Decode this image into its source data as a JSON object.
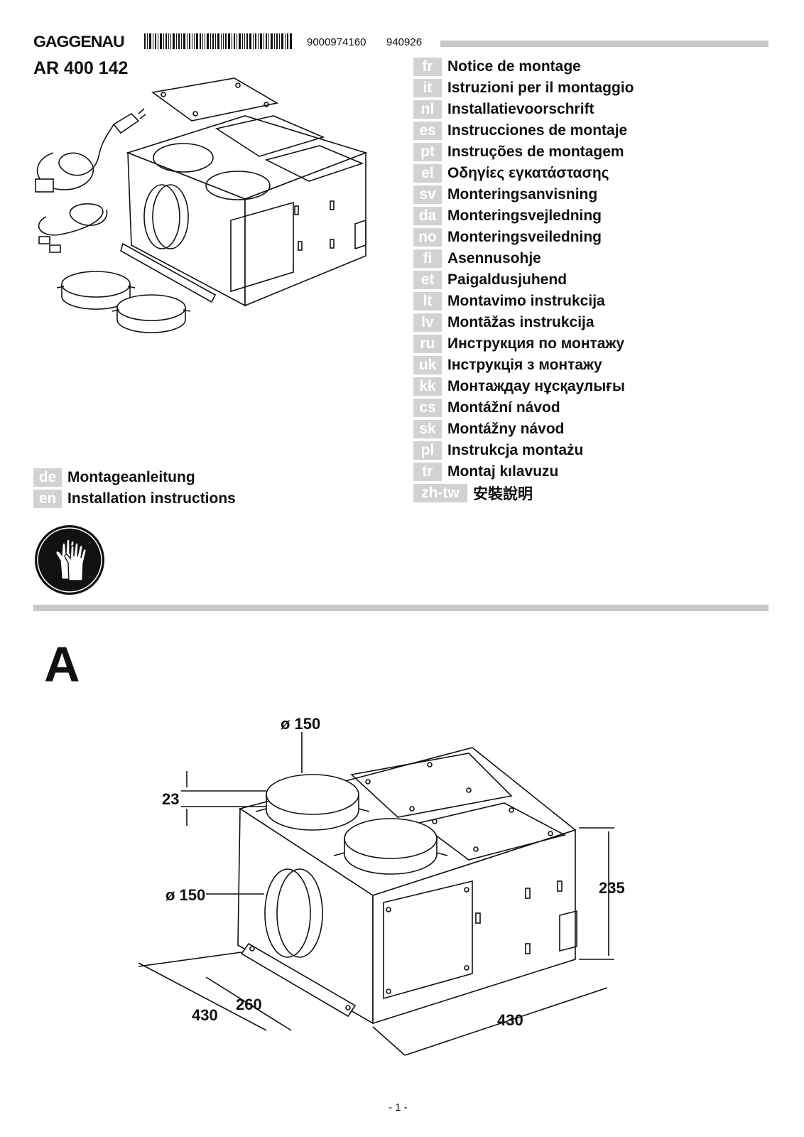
{
  "header": {
    "brand": "GAGGENAU",
    "doc_number": "9000974160",
    "doc_date": "940926",
    "model": "AR 400 142"
  },
  "languages_right": [
    {
      "code": "fr",
      "label": "Notice de montage"
    },
    {
      "code": "it",
      "label": "Istruzioni per il montaggio"
    },
    {
      "code": "nl",
      "label": "Installatievoorschrift"
    },
    {
      "code": "es",
      "label": "Instrucciones de montaje"
    },
    {
      "code": "pt",
      "label": "Instruções de montagem"
    },
    {
      "code": "el",
      "label": "Οδηγίες εγκατάστασης"
    },
    {
      "code": "sv",
      "label": "Monteringsanvisning"
    },
    {
      "code": "da",
      "label": "Monteringsvejledning"
    },
    {
      "code": "no",
      "label": "Monteringsveiledning"
    },
    {
      "code": "fi",
      "label": "Asennusohje"
    },
    {
      "code": "et",
      "label": "Paigaldusjuhend"
    },
    {
      "code": "lt",
      "label": "Montavimo instrukcija"
    },
    {
      "code": "lv",
      "label": "Montāžas instrukcija"
    },
    {
      "code": "ru",
      "label": "Инструкция по монтажу"
    },
    {
      "code": "uk",
      "label": "Інструкція з монтажу"
    },
    {
      "code": "kk",
      "label": "Монтаждау нұсқаулығы"
    },
    {
      "code": "cs",
      "label": "Montážní návod"
    },
    {
      "code": "sk",
      "label": "Montážny návod"
    },
    {
      "code": "pl",
      "label": "Instrukcja montażu"
    },
    {
      "code": "tr",
      "label": "Montaj kılavuzu"
    },
    {
      "code": "zh-tw",
      "label": "安裝說明"
    }
  ],
  "languages_left": [
    {
      "code": "de",
      "label": "Montageanleitung"
    },
    {
      "code": "en",
      "label": "Installation instructions"
    }
  ],
  "safety_icon": "gloves-icon",
  "section": "A",
  "dimensions": {
    "top_diameter": "ø 150",
    "collar_height": "23",
    "side_diameter": "ø 150",
    "height": "235",
    "depth": "430",
    "rail_length": "260",
    "width": "430"
  },
  "footer": {
    "page": "- 1 -"
  }
}
